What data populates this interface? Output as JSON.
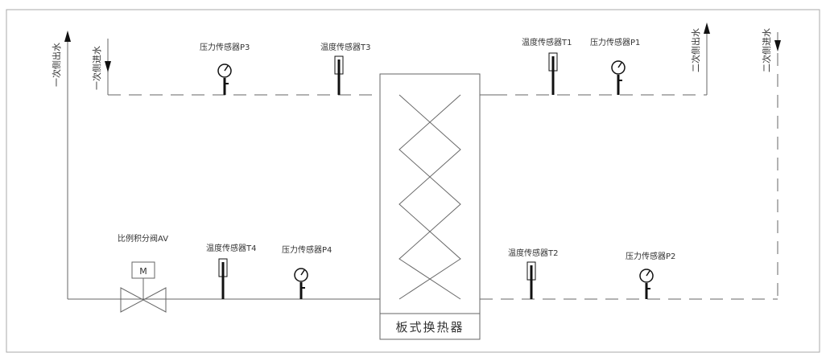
{
  "side_labels": {
    "primary_out": "一次侧出水",
    "primary_in": "一次侧进水",
    "secondary_out": "二次侧出水",
    "secondary_in": "二次侧进水"
  },
  "sensors": {
    "p3": "压力传感器P3",
    "t3": "温度传感器T3",
    "t1": "温度传感器T1",
    "p1": "压力传感器P1",
    "t4": "温度传感器T4",
    "p4": "压力传感器P4",
    "t2": "温度传感器T2",
    "p2": "压力传感器P2"
  },
  "valve": {
    "label": "比例积分阀AV",
    "motor_letter": "M"
  },
  "exchanger": {
    "label": "板式换热器"
  }
}
